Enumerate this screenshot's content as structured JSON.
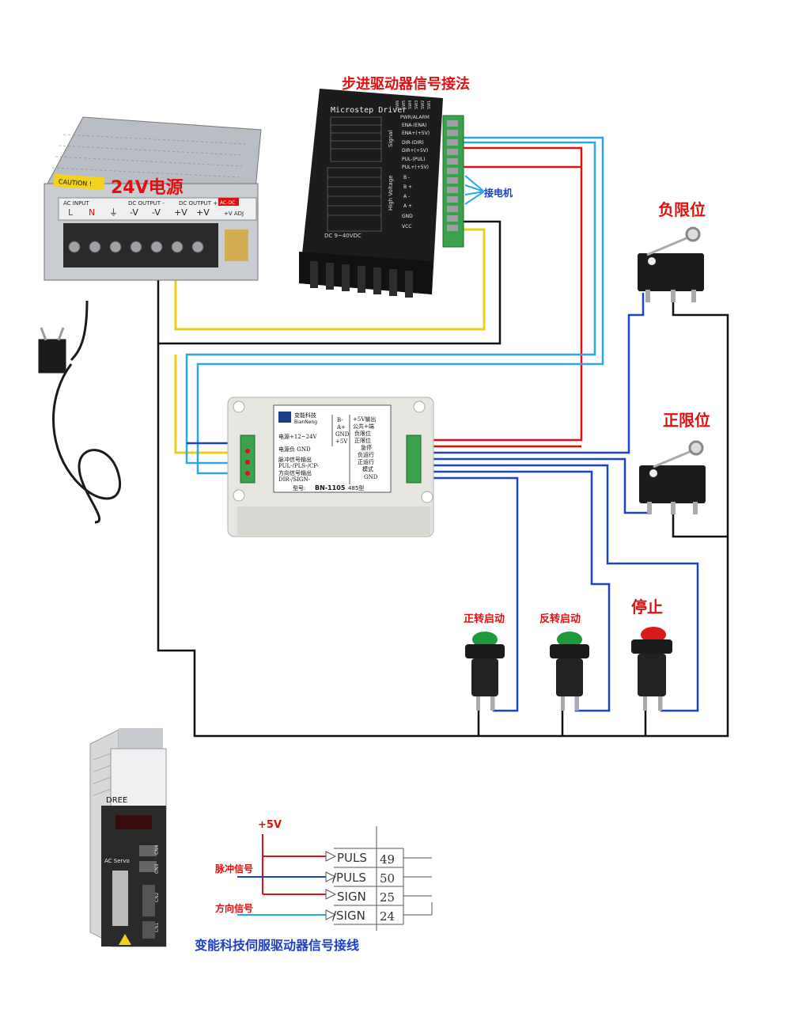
{
  "titles": {
    "stepper_wiring": "步进驱动器信号接法",
    "psu": "24V电源",
    "connect_motor": "接电机",
    "neg_limit": "负限位",
    "pos_limit": "正限位",
    "fwd_start": "正转启动",
    "rev_start": "反转启动",
    "stop": "停止",
    "servo_wiring": "变能科技伺服驱动器信号接线"
  },
  "psu": {
    "caution": "CAUTION !",
    "ac_input": "AC INPUT",
    "dc_out_minus": "DC OUTPUT -",
    "dc_out_plus": "DC OUTPUT +",
    "acdc": "AC-DC",
    "terminals": [
      "L",
      "N",
      "⏚",
      "-V",
      "-V",
      "+V",
      "+V"
    ],
    "adj": "+V ADJ"
  },
  "stepper": {
    "model": "Microstep Driver",
    "pwr": "PWR/ALARM",
    "signal": "Signal",
    "high_voltage": "High Voltage",
    "pins": [
      "ENA-(ENA)",
      "ENA+(+5V)",
      "DIR-(DIR)",
      "DIR+(+5V)",
      "PUL-(PUL)",
      "PUL+(+5V)",
      "B -",
      "B +",
      "A -",
      "A +",
      "GND",
      "VCC"
    ],
    "dc": "DC 9~40VDC",
    "sw": [
      "SW1",
      "SW2",
      "SW3",
      "SW4",
      "SW5",
      "SW6"
    ]
  },
  "controller": {
    "brand_cn": "变能科技",
    "brand_en": "BianNeng",
    "left_labels": [
      "电源+12~24V",
      "电源负 GND",
      "脉冲信号输出",
      "PUL-/PLS-/CP-",
      "方向信号输出",
      "DIR-/SIGN-"
    ],
    "rs485": [
      "B-",
      "A+",
      "GND",
      "+5V"
    ],
    "right_labels": [
      "+5V输出",
      "公共+端",
      "负限位",
      "正限位",
      "急停",
      "负运行",
      "正运行",
      "模式",
      "GND"
    ],
    "model_prefix": "型号:",
    "model": "BN-1105",
    "model_suffix": "485型"
  },
  "servo": {
    "brand": "DREE",
    "subtitle": "AC Servo",
    "ports": [
      "CN4",
      "CN3",
      "CN2",
      "CN1"
    ]
  },
  "servo_diagram": {
    "v5": "+5V",
    "pulse": "脉冲信号",
    "direction": "方向信号",
    "rows": [
      {
        "name": "PULS",
        "pin": "49"
      },
      {
        "name": "/PULS",
        "pin": "50"
      },
      {
        "name": "SIGN",
        "pin": "25"
      },
      {
        "name": "/SIGN",
        "pin": "24"
      }
    ]
  },
  "colors": {
    "red": "#e01010",
    "blue": "#1a43c8",
    "cyan": "#2aa7e8",
    "yellow": "#e8cf1a",
    "black": "#111111"
  }
}
